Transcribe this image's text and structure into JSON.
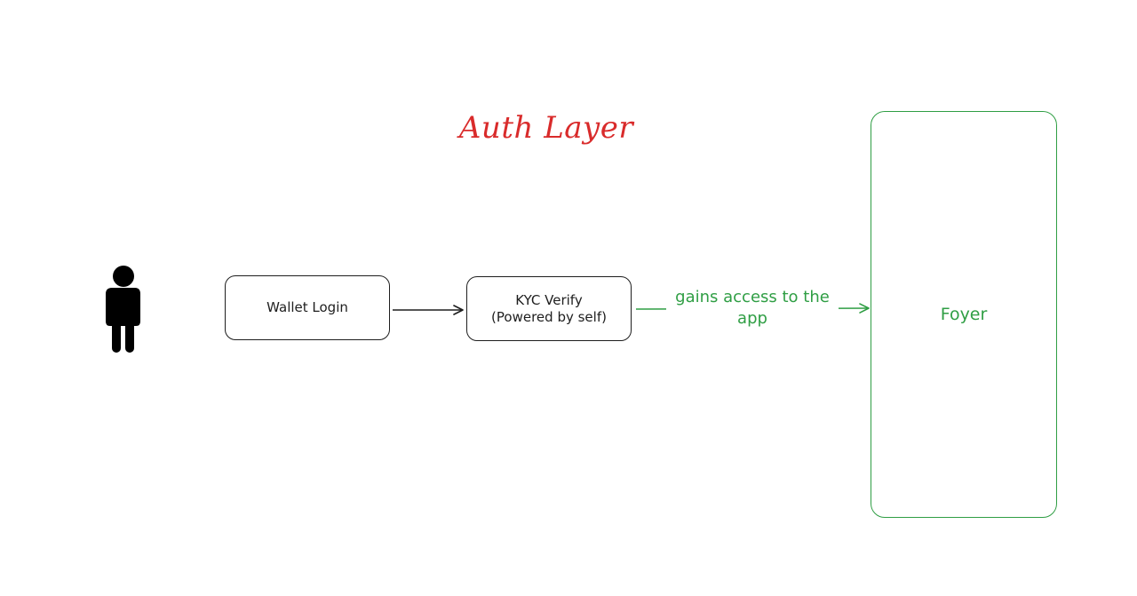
{
  "title": "Auth Layer",
  "nodes": {
    "wallet_login": "Wallet Login",
    "kyc_verify": "KYC Verify\n(Powered by self)",
    "foyer": "Foyer"
  },
  "edges": {
    "kyc_to_foyer_label": "gains access to the app"
  },
  "colors": {
    "title": "#d92b2b",
    "default_stroke": "#1e1e1e",
    "accent_green": "#2f9e44"
  },
  "icons": {
    "user": "person-icon"
  }
}
